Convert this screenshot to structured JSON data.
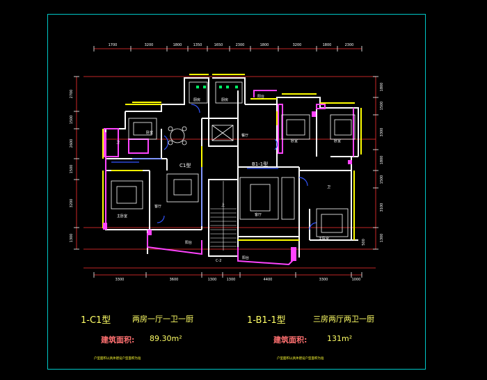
{
  "left_unit": {
    "type": "1-C1型",
    "description": "两房一厅一卫一厨",
    "area_label": "建筑面积:",
    "area_value": "89.30m²",
    "tag": "C1型",
    "note": "户型面积以具体建设户型面积为准"
  },
  "right_unit": {
    "type": "1-B1-1型",
    "description": "三房两厅两卫一厨",
    "area_label": "建筑面积:",
    "area_value": "131m²",
    "tag": "B1-1型",
    "note": "户型面积以具体建设户型面积为准"
  },
  "top_dims": [
    "1700",
    "3200",
    "1800",
    "1350",
    "1650",
    "2300",
    "1800",
    "3200",
    "1800",
    "2300"
  ],
  "bottom_dims": [
    "3300",
    "3600",
    "1300",
    "1300",
    "4400",
    "3300",
    "1000"
  ],
  "left_dims": [
    "2700",
    "1500",
    "2600",
    "1500",
    "3200",
    "1300"
  ],
  "right_dims": [
    "1800",
    "1500",
    "3300",
    "1800",
    "1500",
    "3100",
    "1300",
    "500"
  ],
  "room_labels": {
    "kitchen_left": "厨房",
    "kitchen_right": "厨房",
    "bedroom_c1": "卧室",
    "bath_c1": "卫",
    "master_c1": "主卧室",
    "living_c1": "客厅",
    "balcony_c1": "阳台",
    "balcony_top_right": "阳台",
    "dining_b1": "餐厅",
    "bedroom_b1_1": "卧室",
    "bedroom_b1_2": "卧室",
    "bath_b1": "卫",
    "living_b1": "客厅",
    "master_b1": "主卧室",
    "balcony_b1": "阳台",
    "stair_mark": "上",
    "section_mark": "C-2"
  },
  "colors": {
    "background": "#000000",
    "frame": "#00c8c8",
    "wall": "#ffffff",
    "balcony_rail": "#ff44ff",
    "window": "#ffff00",
    "dim_line": "#ff3333",
    "blue_line": "#3355ff",
    "green_fixture": "#00ff66"
  }
}
